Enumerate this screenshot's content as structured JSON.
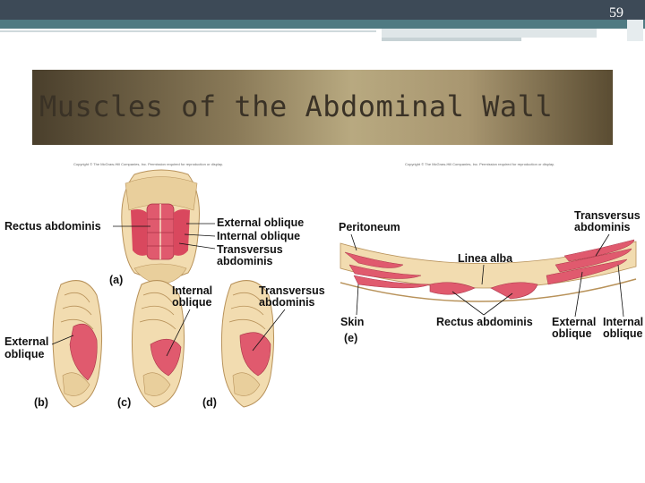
{
  "slide": {
    "page_number": "59",
    "title": "Muscles of the Abdominal Wall"
  },
  "figure": {
    "copyright_left": "Copyright © The McGraw-Hill Companies, Inc. Permission required for reproduction or display.",
    "copyright_right": "Copyright © The McGraw-Hill Companies, Inc. Permission required for reproduction or display.",
    "labels": {
      "rectus_abdominis_a": "Rectus abdominis",
      "external_oblique_a": "External oblique",
      "internal_oblique_a": "Internal oblique",
      "transversus_a_1": "Transversus",
      "transversus_a_2": "abdominis",
      "panel_a": "(a)",
      "internal_c_1": "Internal",
      "internal_c_2": "oblique",
      "transversus_d_1": "Transversus",
      "transversus_d_2": "abdominis",
      "external_b_1": "External",
      "external_b_2": "oblique",
      "panel_b": "(b)",
      "panel_c": "(c)",
      "panel_d": "(d)",
      "peritoneum": "Peritoneum",
      "transversus_e_1": "Transversus",
      "transversus_e_2": "abdominis",
      "linea_alba": "Linea alba",
      "skin": "Skin",
      "panel_e": "(e)",
      "rectus_abdominis_e": "Rectus abdominis",
      "external_e_1": "External",
      "external_e_2": "oblique",
      "internal_e_1": "Internal",
      "internal_e_2": "oblique"
    }
  },
  "colors": {
    "header_bar": "#3d4a57",
    "header_accent": "#4f7a82",
    "title_band_mid": "#b8a980",
    "title_text": "#3a3226",
    "muscle": "#e05a6e",
    "bone": "#f2dcb0"
  }
}
